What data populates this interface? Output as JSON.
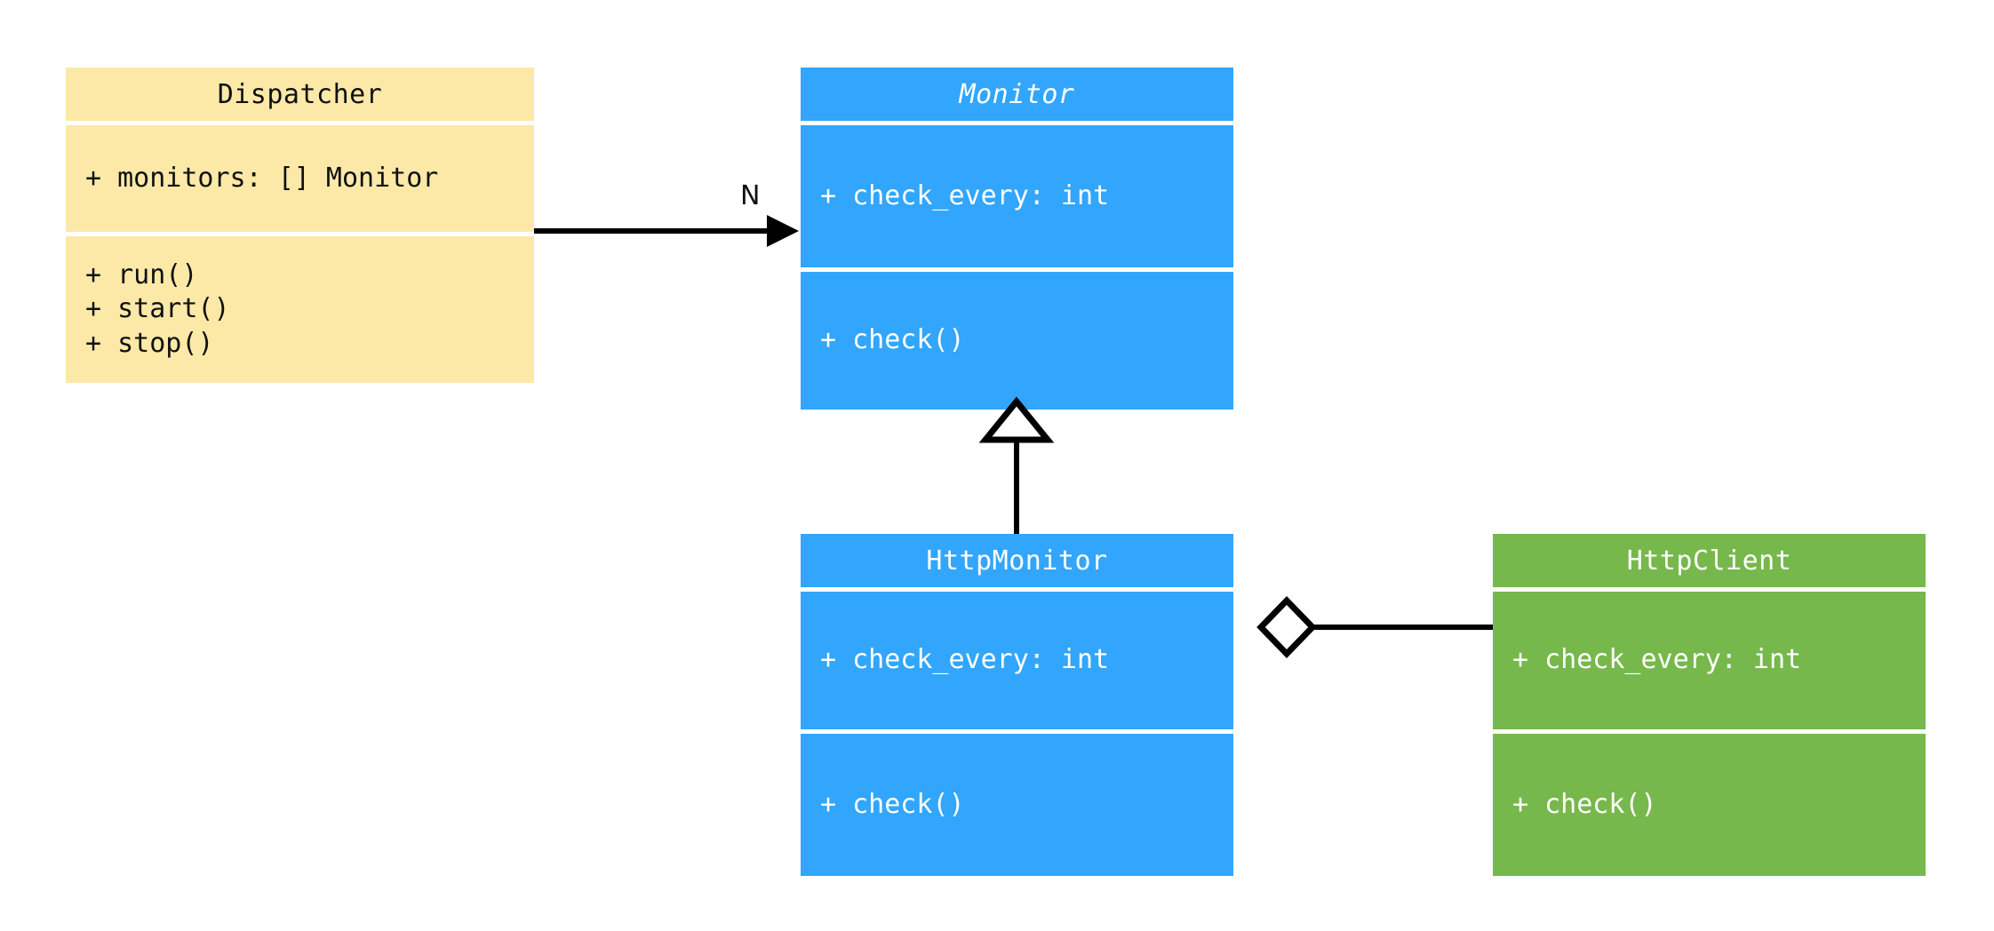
{
  "diagram": {
    "type": "uml-class-diagram",
    "background": "#ffffff",
    "palette": {
      "yellow": "#fce9a8",
      "blue": "#31a6fc",
      "green": "#77b84c",
      "line": "#000000",
      "dark_text": "#111111",
      "light_text": "#ffffff"
    }
  },
  "classes": [
    {
      "id": "dispatcher",
      "name": "Dispatcher",
      "abstract": false,
      "color": "#fce9a8",
      "attributes": [
        "+ monitors: [] Monitor"
      ],
      "methods": [
        "+ run()",
        "+ start()",
        "+ stop()"
      ]
    },
    {
      "id": "monitor",
      "name": "Monitor",
      "abstract": true,
      "color": "#31a6fc",
      "attributes": [
        "+ check_every: int"
      ],
      "methods": [
        "+ check()"
      ]
    },
    {
      "id": "httpmonitor",
      "name": "HttpMonitor",
      "abstract": false,
      "color": "#31a6fc",
      "attributes": [
        "+ check_every: int"
      ],
      "methods": [
        "+ check()"
      ]
    },
    {
      "id": "httpclient",
      "name": "HttpClient",
      "abstract": false,
      "color": "#77b84c",
      "attributes": [
        "+ check_every: int"
      ],
      "methods": [
        "+ check()"
      ]
    }
  ],
  "relationships": [
    {
      "id": "dispatcher-monitor",
      "kind": "association",
      "from": "Dispatcher",
      "to": "Monitor",
      "label": "N",
      "arrow": "filled-arrowhead"
    },
    {
      "id": "httpmonitor-monitor",
      "kind": "generalization",
      "from": "HttpMonitor",
      "to": "Monitor",
      "label": "",
      "arrow": "hollow-triangle"
    },
    {
      "id": "httpmonitor-httpclient",
      "kind": "aggregation",
      "from": "HttpMonitor",
      "to": "HttpClient",
      "label": "",
      "arrow": "hollow-diamond"
    }
  ]
}
